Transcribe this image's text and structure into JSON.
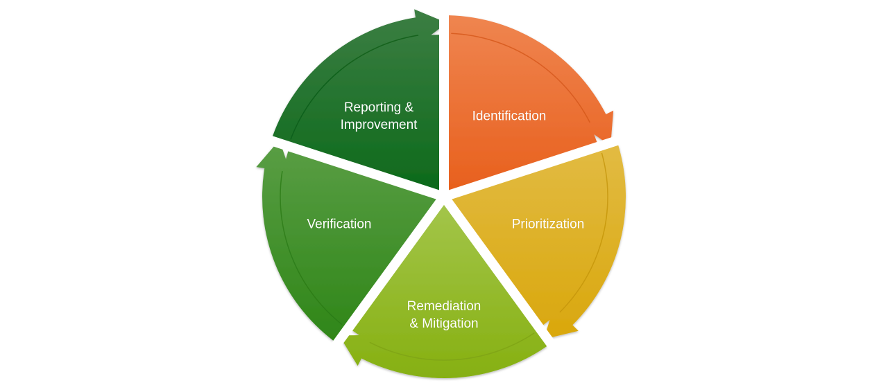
{
  "diagram": {
    "type": "cycle",
    "segments": [
      {
        "id": "identification",
        "label": "Identification",
        "color_top": "#ef8550",
        "color_bottom": "#e8601d",
        "shade": "#d4561a"
      },
      {
        "id": "prioritization",
        "label": "Prioritization",
        "color_top": "#e2bb43",
        "color_bottom": "#d9a70c",
        "shade": "#c4950a"
      },
      {
        "id": "remediation",
        "label": "Remediation\n& Mitigation",
        "color_top": "#a3c54a",
        "color_bottom": "#86b011",
        "shade": "#7ea313"
      },
      {
        "id": "verification",
        "label": "Verification",
        "color_top": "#5a9e45",
        "color_bottom": "#2f8618",
        "shade": "#2b7a16"
      },
      {
        "id": "reporting",
        "label": "Reporting &\nImprovement",
        "color_top": "#3c7e43",
        "color_bottom": "#0d6a1b",
        "shade": "#0b5d18"
      }
    ]
  }
}
